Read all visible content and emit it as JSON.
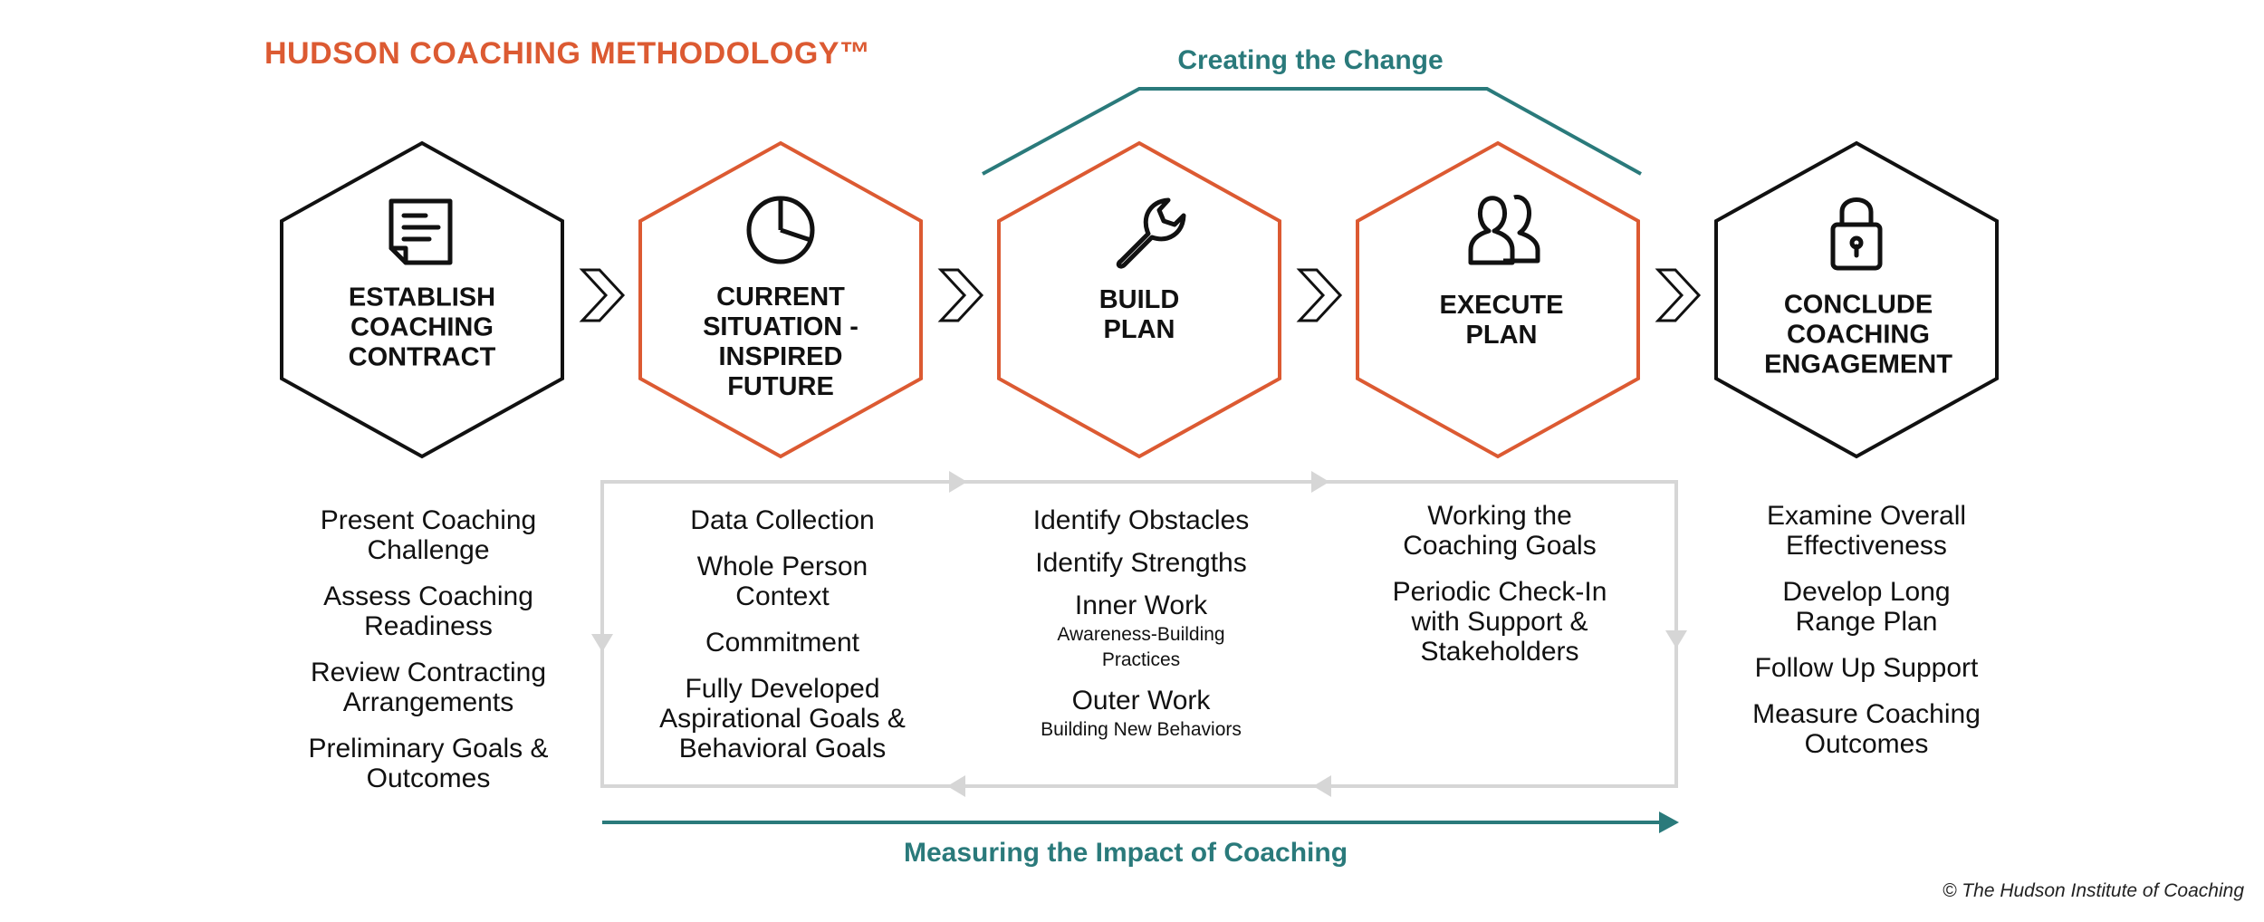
{
  "title": "HUDSON COACHING METHODOLOGY™",
  "top_bracket_label": "Creating the Change",
  "bottom_arrow_label": "Measuring the Impact of Coaching",
  "copyright": "© The Hudson Institute of Coaching",
  "colors": {
    "title": "#dc5a32",
    "orange_hex": "#dc5a32",
    "black_hex": "#111111",
    "teal": "#2a7a7b",
    "cycle_gray": "#d6d6d6"
  },
  "stages": [
    {
      "label": "ESTABLISH COACHING CONTRACT",
      "icon": "document-icon",
      "color": "black",
      "items": [
        {
          "text": "Present Coaching Challenge"
        },
        {
          "text": "Assess Coaching Readiness"
        },
        {
          "text": "Review Contracting Arrangements"
        },
        {
          "text": "Preliminary Goals & Outcomes"
        }
      ]
    },
    {
      "label": "CURRENT SITUATION - INSPIRED FUTURE",
      "icon": "pie-chart-icon",
      "color": "orange",
      "items": [
        {
          "text": "Data Collection"
        },
        {
          "text": "Whole Person Context"
        },
        {
          "text": "Commitment"
        },
        {
          "text": "Fully Developed Aspirational Goals & Behavioral Goals"
        }
      ]
    },
    {
      "label": "BUILD PLAN",
      "icon": "wrench-icon",
      "color": "orange",
      "items": [
        {
          "text": "Identify Obstacles"
        },
        {
          "text": "Identify Strengths"
        },
        {
          "text": "Inner Work",
          "sub": "Awareness-Building Practices"
        },
        {
          "text": "Outer Work",
          "sub": "Building New Behaviors"
        }
      ]
    },
    {
      "label": "EXECUTE PLAN",
      "icon": "people-icon",
      "color": "orange",
      "items": [
        {
          "text": "Working the Coaching Goals"
        },
        {
          "text": "Periodic Check-In with Support & Stakeholders"
        }
      ]
    },
    {
      "label": "CONCLUDE COACHING ENGAGEMENT",
      "icon": "padlock-icon",
      "color": "black",
      "items": [
        {
          "text": "Examine Overall Effectiveness"
        },
        {
          "text": "Develop Long Range Plan"
        },
        {
          "text": "Follow Up Support"
        },
        {
          "text": "Measure Coaching Outcomes"
        }
      ]
    }
  ]
}
